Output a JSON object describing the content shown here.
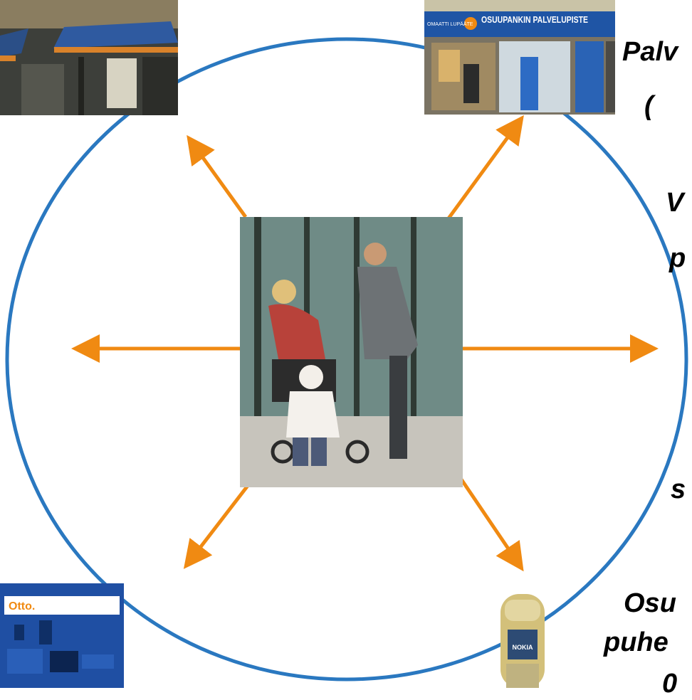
{
  "colors": {
    "circle": "#2a78c0",
    "arrows": "#f08a12",
    "text": "#000000"
  },
  "photos": {
    "top_left": "storefront-awning-photo",
    "top_right": "bank-service-point-photo",
    "center": "family-shopping-photo",
    "bottom_left": "otto-atm-photo",
    "bottom_right": "nokia-mobile-phone-photo"
  },
  "branding": {
    "bank_sign": "OSUUPANKIN PALVELUPISTE",
    "bank_sign_side": "OMAATTI LUPÄÄTE",
    "atm_brand": "Otto.",
    "phone_brand": "NOKIA"
  },
  "labels": {
    "palv": "Palv",
    "paren": "(",
    "v": "V",
    "p": "p",
    "s": "s",
    "osu": "Osu",
    "puhe": "puhe",
    "digits": "0"
  }
}
